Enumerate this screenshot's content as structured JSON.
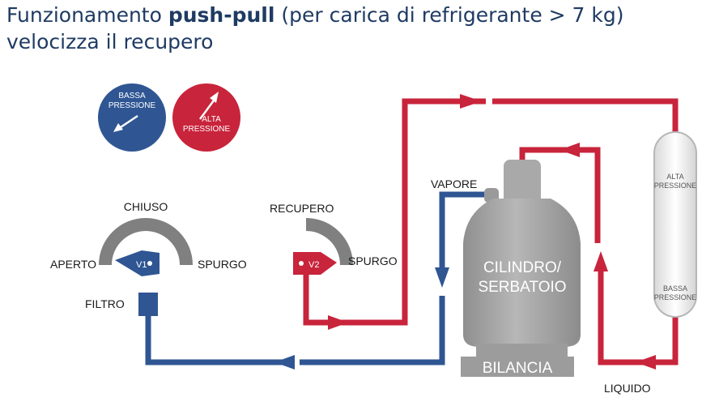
{
  "title": {
    "prefix": "Funzionamento ",
    "bold": "push-pull",
    "suffix": " (per carica di refrigerante > 7 kg)",
    "line2": "velocizza il recupero"
  },
  "legend": {
    "low": [
      "BASSA",
      "PRESSIONE"
    ],
    "high": [
      "ALTA",
      "PRESSIONE"
    ]
  },
  "valve1": {
    "top": "CHIUSO",
    "left": "APERTO",
    "right": "SPURGO",
    "tag": "V1"
  },
  "valve2": {
    "top": "RECUPERO",
    "right": "SPURGO",
    "tag": "V2"
  },
  "filter": "FILTRO",
  "vapor": "VAPORE",
  "cylinder": [
    "CILINDRO/",
    "SERBATOIO"
  ],
  "scale": "BILANCIA",
  "liquid": "LIQUIDO",
  "tank": {
    "high": [
      "ALTA",
      "PRESSIONE"
    ],
    "low": [
      "BASSA",
      "PRESSIONE"
    ]
  },
  "colors": {
    "red": "#c8243b",
    "blue": "#2f5693",
    "gray": "#a7a7a7",
    "dark_gray": "#7f7f7f",
    "title": "#1f3b63"
  }
}
